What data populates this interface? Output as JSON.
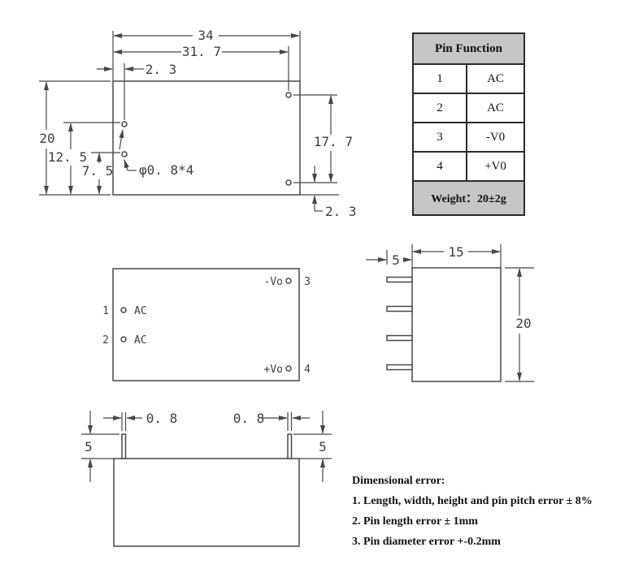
{
  "colors": {
    "line": "#484848",
    "dim_text": "#3f3f3f",
    "table_border": "#2b2b2b",
    "table_header_bg": "#c6c6c6",
    "page_bg": "#ffffff"
  },
  "top_view": {
    "dim_width_total": "34",
    "dim_width_to_pin": "31. 7",
    "dim_pin_offset_left": "2. 3",
    "dim_height_total": "20",
    "dim_pin1_from_bottom": "12. 5",
    "dim_pin2_from_bottom": "7. 5",
    "dim_pin_span_right": "17. 7",
    "dim_pin_offset_bottom": "2. 3",
    "label_hole_dia": "φ0. 8*4"
  },
  "pin_table": {
    "title": "Pin Function",
    "rows": [
      {
        "pin": "1",
        "function": "AC"
      },
      {
        "pin": "2",
        "function": "AC"
      },
      {
        "pin": "3",
        "function": "-V0"
      },
      {
        "pin": "4",
        "function": "+V0"
      }
    ],
    "weight": "Weight：20±2g"
  },
  "pin_layout_view": {
    "pin1_num": "1",
    "pin1_label": "AC",
    "pin2_num": "2",
    "pin2_label": "AC",
    "pin3_num": "3",
    "pin3_label": "-Vo",
    "pin4_num": "4",
    "pin4_label": "+Vo"
  },
  "side_view": {
    "dim_pin_length": "5",
    "dim_depth": "15",
    "dim_height": "20"
  },
  "front_view": {
    "dim_pin_dia_left": "0. 8",
    "dim_pin_dia_right": "0. 8",
    "dim_pin_height_left": "5",
    "dim_pin_height_right": "5"
  },
  "notes": {
    "title": "Dimensional error:",
    "items": [
      "1. Length, width, height and pin pitch error ± 8%",
      "2. Pin length error ± 1mm",
      "3. Pin diameter error +-0.2mm"
    ]
  }
}
